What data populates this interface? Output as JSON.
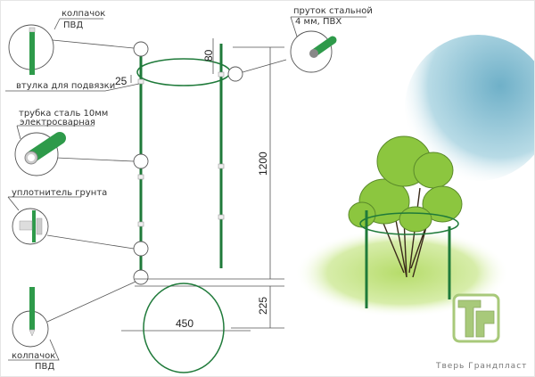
{
  "labels": {
    "top_cap": [
      "колпачок",
      "ПВД"
    ],
    "tie_sleeve": "втулка для подвязки",
    "steel_rod": [
      "пруток стальной",
      "4 мм, ПВХ"
    ],
    "steel_tube": [
      "трубка сталь 10мм",
      "электросварная"
    ],
    "ground_seal": "уплотнитель грунта",
    "bottom_cap": [
      "колпачок",
      "ПВД"
    ]
  },
  "dimensions": {
    "ring_offset": "80",
    "sleeve_offset": "25",
    "height": "1200",
    "ground_depth": "225",
    "ring_diameter": "450"
  },
  "brand": {
    "name": "Тверь Грандпласт"
  },
  "colors": {
    "pole": "#1f7a3a",
    "leaf": "#8cc63f",
    "sky": "#7fb8cf",
    "logo": "#a8c97a"
  }
}
